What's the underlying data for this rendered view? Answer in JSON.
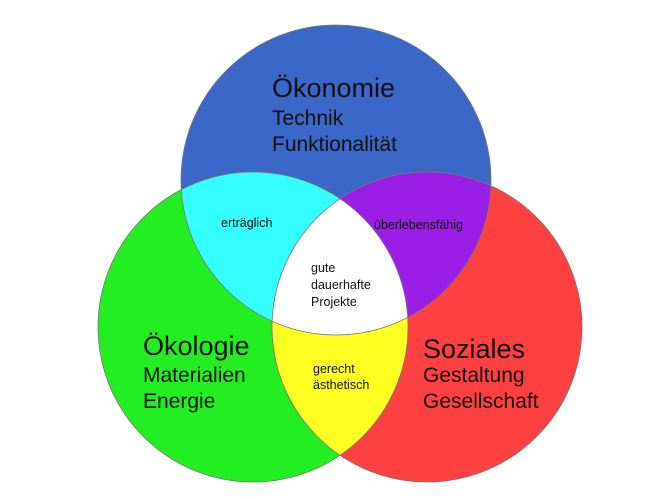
{
  "diagram": {
    "circles": {
      "top": {
        "title": "Ökonomie",
        "lines": [
          "Technik",
          "Funktionalität"
        ],
        "color": "#3b67c8"
      },
      "left": {
        "title": "Ökologie",
        "lines": [
          "Materialien",
          "Energie"
        ],
        "color": "#22ee22"
      },
      "right": {
        "title": "Soziales",
        "lines": [
          "Gestaltung",
          "Gesellschaft"
        ],
        "color": "#ff4040"
      }
    },
    "overlaps": {
      "top_left": {
        "label": "erträglich",
        "color": "#33ffff"
      },
      "top_right": {
        "label": "überlebensfähig",
        "color": "#9a1ee6"
      },
      "left_right": {
        "lines": [
          "gerecht",
          "ästhetisch"
        ],
        "color": "#ffff22"
      },
      "center": {
        "lines": [
          "gute",
          "dauerhafte",
          "Projekte"
        ],
        "color": "#ffffff"
      }
    }
  }
}
